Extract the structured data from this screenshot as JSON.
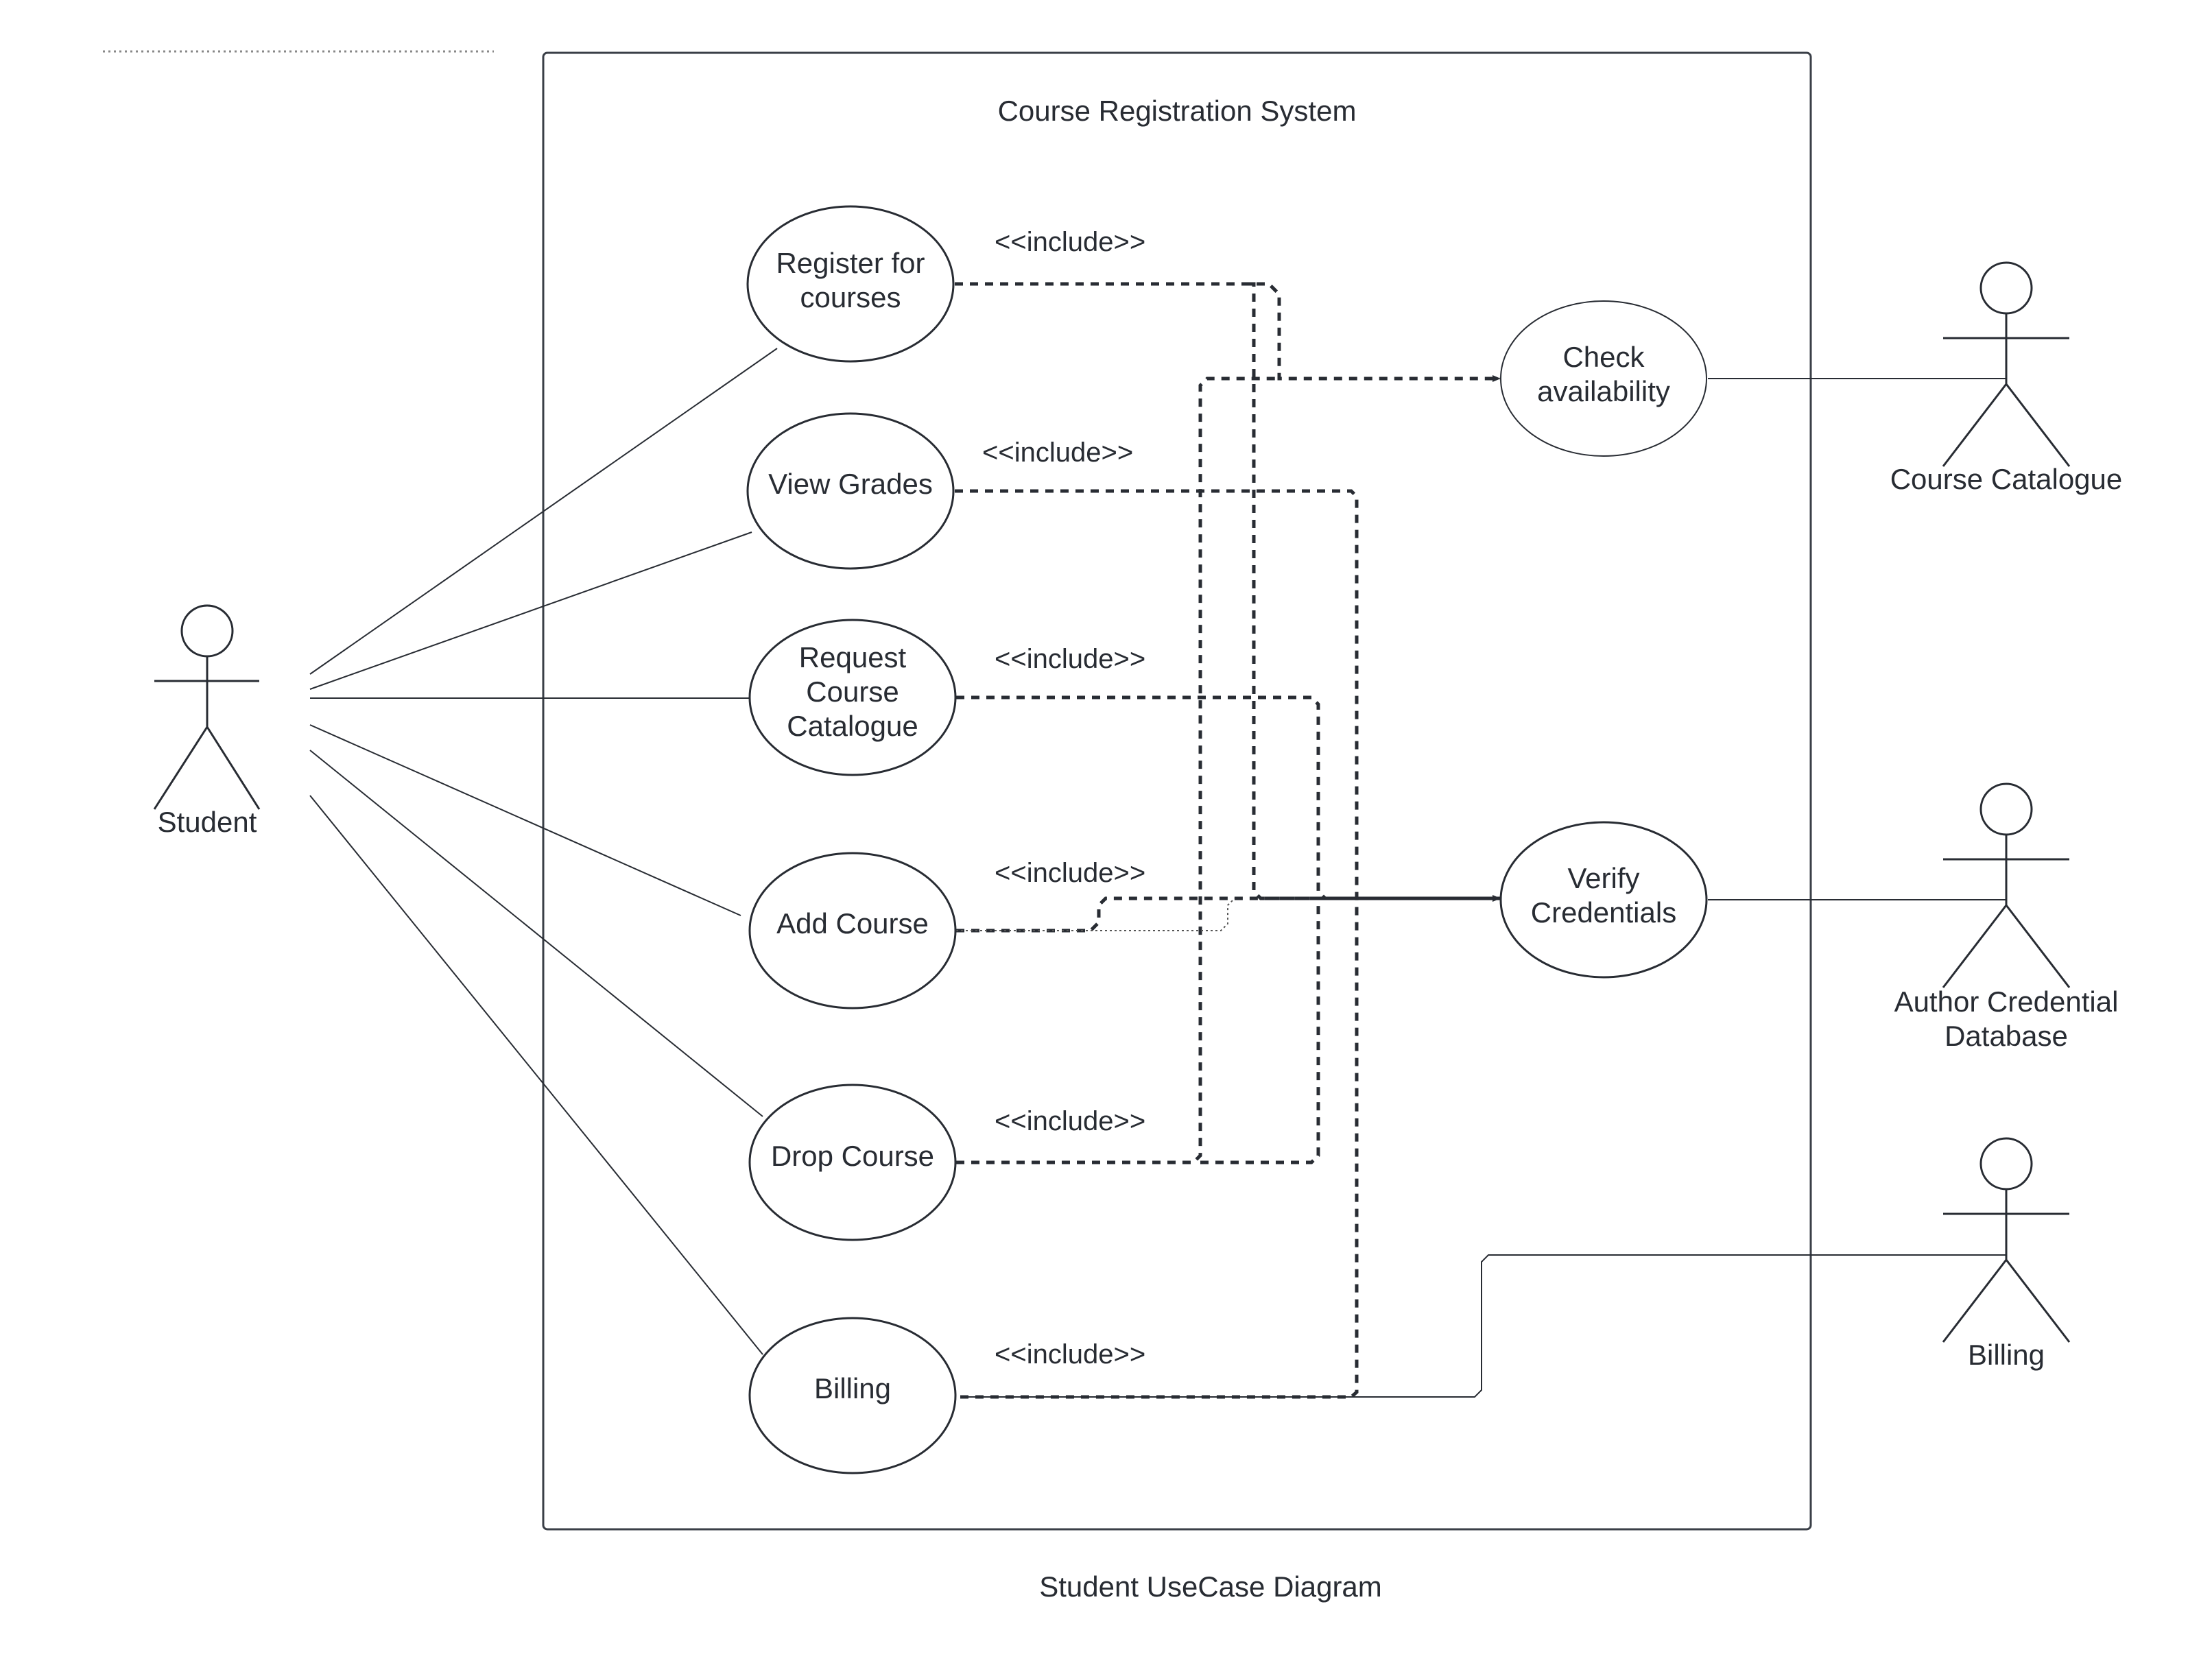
{
  "diagram": {
    "system_title": "Course Registration System",
    "caption": "Student UseCase Diagram",
    "colors": {
      "stroke": "#282c33",
      "text": "#282c33",
      "boundary": "#3a3f47"
    }
  },
  "actors": {
    "student": {
      "name": "Student"
    },
    "course_catalogue": {
      "name": "Course Catalogue"
    },
    "credential_db": {
      "name_line1": "Author Credential",
      "name_line2": "Database"
    },
    "billing": {
      "name": "Billing"
    }
  },
  "use_cases": {
    "register": {
      "line1": "Register for",
      "line2": "courses"
    },
    "view_grades": {
      "line1": "View Grades"
    },
    "request_catalogue": {
      "line1": "Request",
      "line2": "Course",
      "line3": "Catalogue"
    },
    "add_course": {
      "line1": "Add Course"
    },
    "drop_course": {
      "line1": "Drop Course"
    },
    "billing": {
      "line1": "Billing"
    },
    "check_availability": {
      "line1": "Check",
      "line2": "availability"
    },
    "verify_credentials": {
      "line1": "Verify",
      "line2": "Credentials"
    }
  },
  "include_labels": {
    "register": "<<include>>",
    "view_grades": "<<include>>",
    "request_catalogue": "<<include>>",
    "add_course": "<<include>>",
    "drop_course": "<<include>>",
    "billing": "<<include>>"
  }
}
